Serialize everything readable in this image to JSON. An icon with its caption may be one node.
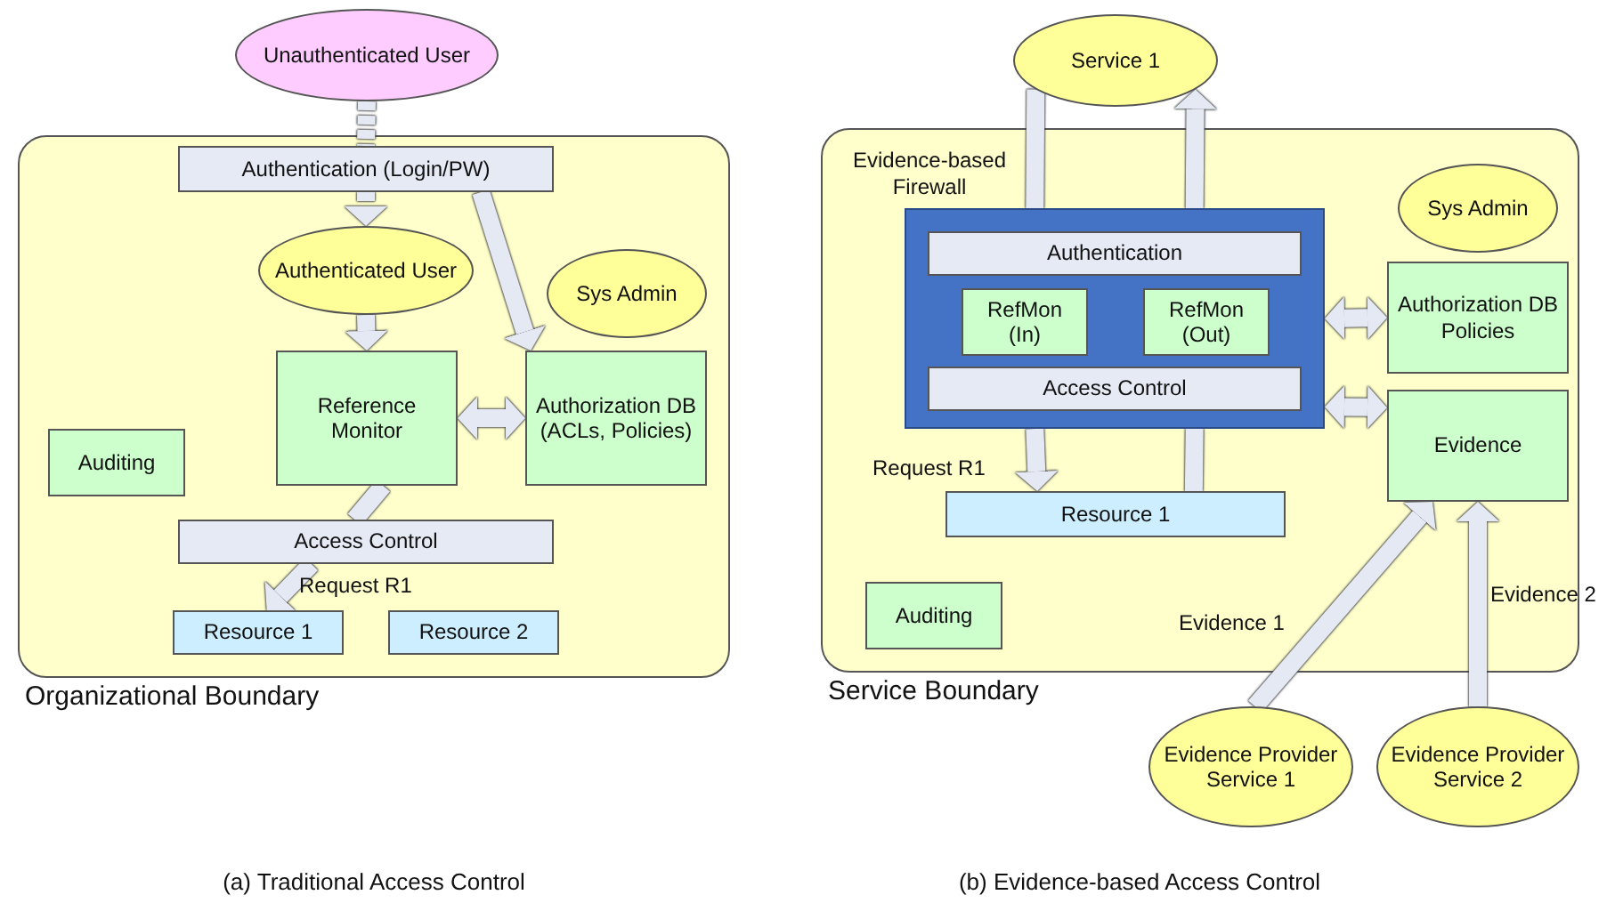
{
  "diagram": {
    "nodes": [
      {
        "text": [
          "Organizational Boundary"
        ]
      },
      {
        "text": [
          "Unauthenticated User"
        ]
      },
      {
        "text": [
          "Authentication (Login/PW)"
        ],
        "in": 0
      },
      {
        "text": [
          "Authenticated User"
        ],
        "in": 0
      },
      {
        "text": [
          "Sys Admin"
        ],
        "in": 0
      },
      {
        "text": [
          "Reference Monitor"
        ],
        "in": 0
      },
      {
        "text": [
          "Authorization DB (ACLs, Policies)"
        ],
        "in": 0
      },
      {
        "text": [
          "Auditing"
        ],
        "in": 0
      },
      {
        "text": [
          "Access Control"
        ],
        "in": 0
      },
      {
        "text": [
          "Resource 1"
        ],
        "in": 0
      },
      {
        "text": [
          "Resource 2"
        ],
        "in": 0
      },
      {
        "text": [
          "Service Boundary"
        ]
      },
      {
        "text": [
          "Service 1"
        ]
      },
      {
        "text": [
          "Evidence-based Firewall"
        ],
        "in": 11
      },
      {
        "text": [
          "Authentication"
        ],
        "in": 13
      },
      {
        "text": [
          "RefMon (In)"
        ],
        "in": 13
      },
      {
        "text": [
          "RefMon (Out)"
        ],
        "in": 13
      },
      {
        "text": [
          "Access Control"
        ],
        "in": 13
      },
      {
        "text": [
          "Sys Admin"
        ],
        "in": 11
      },
      {
        "text": [
          "Authorization DB Policies"
        ],
        "in": 11
      },
      {
        "text": [
          "Evidence"
        ],
        "in": 11
      },
      {
        "text": [
          "Resource 1"
        ],
        "in": 11
      },
      {
        "text": [
          "Auditing"
        ],
        "in": 11
      },
      {
        "text": [
          "Evidence Provider Service 1"
        ]
      },
      {
        "text": [
          "Evidence Provider Service 2"
        ]
      }
    ],
    "edges": [
      {
        "from": 1,
        "to": 2,
        "arrow": "none",
        "style": "dashed"
      },
      {
        "from": 2,
        "to": 3,
        "arrow": "to",
        "style": "dashed"
      },
      {
        "from": 3,
        "to": 5,
        "arrow": "to"
      },
      {
        "from": 2,
        "to": 6,
        "arrow": "to"
      },
      {
        "from": 5,
        "to": 6,
        "arrow": "both"
      },
      {
        "from": 5,
        "to": 8,
        "arrow": "none"
      },
      {
        "from": 8,
        "to": 9,
        "arrow": "to",
        "label": "Request R1"
      },
      {
        "from": 12,
        "to": 13,
        "arrow": "none"
      },
      {
        "from": 13,
        "to": 12,
        "arrow": "to"
      },
      {
        "from": 13,
        "to": 21,
        "arrow": "to",
        "label": "Request R1"
      },
      {
        "from": 21,
        "to": 13,
        "arrow": "none"
      },
      {
        "from": 13,
        "to": 19,
        "arrow": "both"
      },
      {
        "from": 13,
        "to": 20,
        "arrow": "both"
      },
      {
        "from": 23,
        "to": 20,
        "arrow": "to",
        "label": "Evidence 1"
      },
      {
        "from": 24,
        "to": 20,
        "arrow": "to",
        "label": "Evidence 2"
      }
    ],
    "labels": [
      "(a) Traditional Access Control",
      "(b) Evidence-based Access Control"
    ]
  }
}
